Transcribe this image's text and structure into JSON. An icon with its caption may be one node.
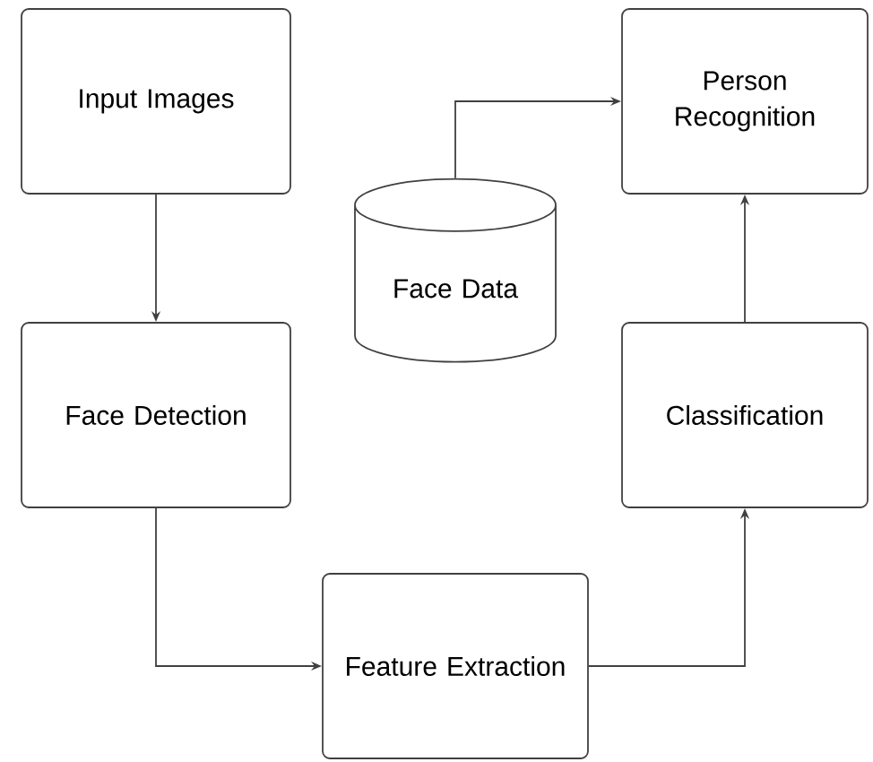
{
  "diagram": {
    "nodes": [
      {
        "text": [
          "Input Images"
        ]
      },
      {
        "text": [
          "Face Detection"
        ]
      },
      {
        "text": [
          "Feature Extraction"
        ]
      },
      {
        "text": [
          "Classification"
        ]
      },
      {
        "text": [
          "Person Recognition"
        ]
      },
      {
        "text": [
          "Face Data"
        ]
      }
    ],
    "edges": [
      {
        "from": 0,
        "to": 1,
        "arrow": "to"
      },
      {
        "from": 1,
        "to": 2,
        "arrow": "to"
      },
      {
        "from": 2,
        "to": 3,
        "arrow": "to"
      },
      {
        "from": 3,
        "to": 4,
        "arrow": "to"
      },
      {
        "from": 5,
        "to": 4,
        "arrow": "to"
      }
    ]
  }
}
